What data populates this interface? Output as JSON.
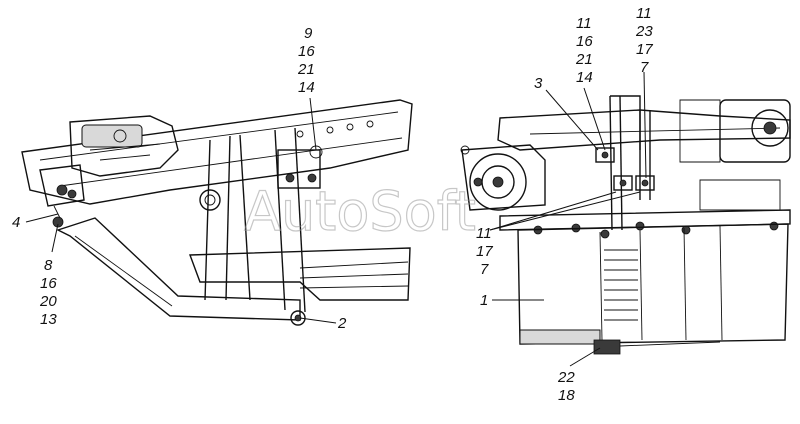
{
  "watermark": "AutoSoft",
  "left_view": {
    "callouts": [
      {
        "id": "c-4",
        "lines": [
          "4"
        ]
      },
      {
        "id": "c-8-16-20-13",
        "lines": [
          "8",
          "16",
          "20",
          "13"
        ]
      },
      {
        "id": "c-9-16-21-14",
        "lines": [
          "9",
          "16",
          "21",
          "14"
        ]
      },
      {
        "id": "c-2",
        "lines": [
          "2"
        ]
      }
    ]
  },
  "right_view": {
    "callouts": [
      {
        "id": "c-3",
        "lines": [
          "3"
        ]
      },
      {
        "id": "c-11-16-21-14",
        "lines": [
          "11",
          "16",
          "21",
          "14"
        ]
      },
      {
        "id": "c-11-23-17-7",
        "lines": [
          "11",
          "23",
          "17",
          "7"
        ]
      },
      {
        "id": "c-11-17-7",
        "lines": [
          "11",
          "17",
          "7"
        ]
      },
      {
        "id": "c-1",
        "lines": [
          "1"
        ]
      },
      {
        "id": "c-22-18",
        "lines": [
          "22",
          "18"
        ]
      }
    ]
  }
}
